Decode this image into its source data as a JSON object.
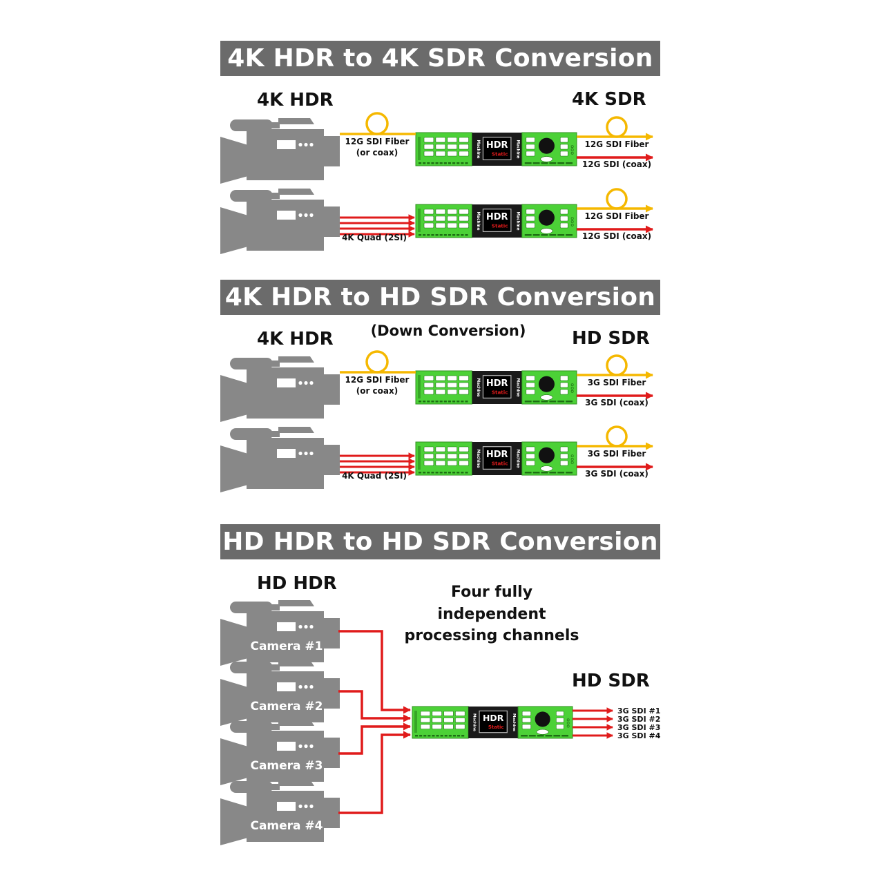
{
  "sections": [
    {
      "title": "4K HDR to 4K SDR Conversion",
      "input_label": "4K HDR",
      "output_label": "4K SDR",
      "rows": [
        {
          "input_text_1": "12G SDI Fiber",
          "input_text_2": "(or coax)",
          "output_fiber": "12G SDI Fiber",
          "output_coax": "12G SDI (coax)"
        },
        {
          "input_text_1": "4K Quad (2SI)",
          "input_text_2": "",
          "output_fiber": "12G SDI Fiber",
          "output_coax": "12G SDI (coax)"
        }
      ]
    },
    {
      "title": "4K HDR to HD SDR Conversion",
      "subtitle": "(Down Conversion)",
      "input_label": "4K HDR",
      "output_label": "HD SDR",
      "rows": [
        {
          "input_text_1": "12G SDI Fiber",
          "input_text_2": "(or coax)",
          "output_fiber": "3G SDI Fiber",
          "output_coax": "3G SDI (coax)"
        },
        {
          "input_text_1": "4K Quad (2SI)",
          "input_text_2": "",
          "output_fiber": "3G SDI Fiber",
          "output_coax": "3G SDI (coax)"
        }
      ]
    },
    {
      "title": "HD HDR to HD SDR Conversion",
      "input_label": "HD HDR",
      "output_label": "HD SDR",
      "note_lines": [
        "Four fully",
        "independent",
        "processing channels"
      ],
      "cameras": [
        "Camera #1",
        "Camera #2",
        "Camera #3",
        "Camera #4"
      ],
      "outputs": [
        "3G SDI #1",
        "3G SDI #2",
        "3G SDI #3",
        "3G SDI #4"
      ]
    }
  ],
  "device": {
    "screen_title": "HDR",
    "screen_subtitle": "Static",
    "side_label": "Machine"
  },
  "colors": {
    "banner": "#6b6b6b",
    "camera": "#888888",
    "fiber": "#f5b800",
    "coax": "#e01b1b",
    "device_green": "#4cd137",
    "screen": "#1a1a1a",
    "screen_sub": "#e01b1b"
  }
}
